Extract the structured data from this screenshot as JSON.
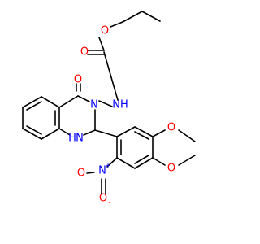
{
  "molecule": {
    "atoms": [
      {
        "id": "o_carbonyl_ring",
        "label": "O",
        "color": "#ff0000"
      },
      {
        "id": "n3_ring",
        "label": "N",
        "color": "#0000ff"
      },
      {
        "id": "nh_carbamate",
        "label": "NH",
        "color": "#0000ff"
      },
      {
        "id": "o_carbamate_carbonyl",
        "label": "O",
        "color": "#ff0000"
      },
      {
        "id": "o_ester",
        "label": "O",
        "color": "#ff0000"
      },
      {
        "id": "nh1_ring",
        "label": "H",
        "color": "#0000ff"
      },
      {
        "id": "nh1_ring_n",
        "label": "N",
        "color": "#0000ff"
      },
      {
        "id": "o_methoxy_upper",
        "label": "O",
        "color": "#ff0000"
      },
      {
        "id": "o_methoxy_lower",
        "label": "O",
        "color": "#ff0000"
      },
      {
        "id": "n_nitro",
        "label": "N",
        "color": "#0000ff"
      },
      {
        "id": "n_nitro_charge",
        "label": "+",
        "color": "#0000ff"
      },
      {
        "id": "o_nitro_top",
        "label": "O",
        "color": "#ff0000"
      },
      {
        "id": "o_nitro_bottom",
        "label": "O",
        "color": "#ff0000"
      },
      {
        "id": "o_nitro_charge",
        "label": "-",
        "color": "#ff0000"
      }
    ]
  }
}
